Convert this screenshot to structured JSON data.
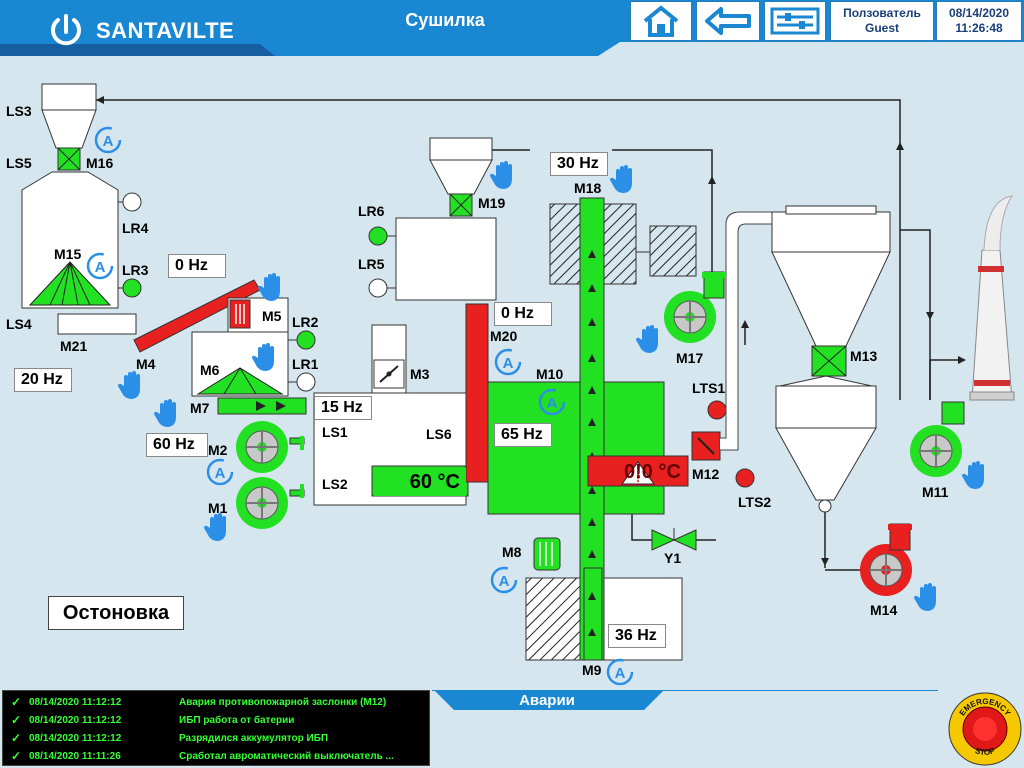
{
  "header": {
    "brand": "SANTAVILTE",
    "title": "Сушилка",
    "user_label": "Ползователь",
    "user_name": "Guest",
    "date": "08/14/2020",
    "time": "11:26:48"
  },
  "labels": {
    "LS3": "LS3",
    "LS5": "LS5",
    "LS4": "LS4",
    "M16": "M16",
    "M15": "M15",
    "LR4": "LR4",
    "LR3": "LR3",
    "M21": "M21",
    "M4": "M4",
    "M5": "M5",
    "LR2": "LR2",
    "LR1": "LR1",
    "M6": "M6",
    "M7": "M7",
    "M2": "M2",
    "M1": "M1",
    "M3": "M3",
    "LS1": "LS1",
    "LS2": "LS2",
    "LS6": "LS6",
    "LR6": "LR6",
    "LR5": "LR5",
    "M19": "M19",
    "M20": "M20",
    "M18": "M18",
    "M10": "M10",
    "M17": "M17",
    "LTS1": "LTS1",
    "LTS2": "LTS2",
    "M12": "M12",
    "Y1": "Y1",
    "M8": "M8",
    "M9": "M9",
    "M13": "M13",
    "M11": "M11",
    "M14": "M14"
  },
  "values": {
    "m4_hz": "0 Hz",
    "m21_hz": "20 Hz",
    "m7_hz": "15 Hz",
    "m2_hz": "60 Hz",
    "temp_ls2": "60 °C",
    "m20_hz": "0 Hz",
    "m10_hz": "65 Hz",
    "m18_hz": "30 Hz",
    "m12_temp": "0!0 °C",
    "m9_hz": "36 Hz"
  },
  "controls": {
    "stop_label": "Остоновка"
  },
  "alarms": {
    "tab_label": "Аварии",
    "items": [
      {
        "time": "08/14/2020 11:12:12",
        "message": "Авария противопожарной заслонки (M12)"
      },
      {
        "time": "08/14/2020 11:12:12",
        "message": "ИБП работа от батерии"
      },
      {
        "time": "08/14/2020 11:12:12",
        "message": "Разрядился аккумулятор ИБП"
      },
      {
        "time": "08/14/2020 11:11:26",
        "message": "Сработал авроматический выключатель ..."
      }
    ]
  },
  "emergency": {
    "top_text": "EMERGENCY",
    "bottom_text": "STOP"
  },
  "colors": {
    "header_blue": "#1a87d2",
    "running_green": "#22e022",
    "stopped_red": "#e82020",
    "auto_blue": "#2b8fe8",
    "background": "#d6e6ee"
  }
}
